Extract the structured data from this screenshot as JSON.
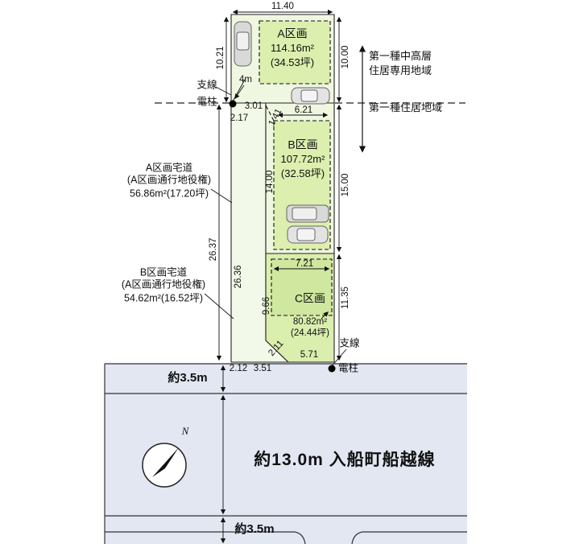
{
  "diagram": {
    "plots": {
      "a": {
        "name": "A区画",
        "area": "114.16m²",
        "tsubo": "(34.53坪)"
      },
      "b": {
        "name": "B区画",
        "area": "107.72m²",
        "tsubo": "(32.58坪)"
      },
      "c": {
        "name": "C区画",
        "area": "80.82m²",
        "tsubo": "(24.44坪)"
      }
    },
    "easements": {
      "a": {
        "line1": "A区画宅道",
        "line2": "(A区画通行地役権)",
        "line3": "56.86m²(17.20坪)"
      },
      "b": {
        "line1": "B区画宅道",
        "line2": "(A区画通行地役権)",
        "line3": "54.62m²(16.52坪)"
      }
    },
    "zoning": {
      "upper1": "第一種中高層",
      "upper2": "住居専用地域",
      "lower": "第一種住居地域"
    },
    "dims": {
      "w_top": "11.40",
      "h_left_a": "10.21",
      "h_right_a": "10.00",
      "pole_offset": "4m",
      "d3_01": "3.01",
      "d2_17": "2.17",
      "d6_21": "6.21",
      "d1_41": "1.41",
      "d14_00": "14.00",
      "d15_00": "15.00",
      "d26_37": "26.37",
      "d26_36": "26.36",
      "d7_21": "7.21",
      "d9_66": "9.66",
      "d11_35": "11.35",
      "d2_11": "2.11",
      "d5_71": "5.71",
      "d2_12": "2.12",
      "d3_51": "3.51"
    },
    "utilities": {
      "wire_top": "支線",
      "pole_top": "電柱",
      "wire_bottom": "支線",
      "pole_bottom": "電柱"
    },
    "road": {
      "top_setback": "約3.5m",
      "main": "約13.0m 入船町船越線",
      "bottom_setback": "約3.5m"
    },
    "compass": {
      "north": "N"
    },
    "colors": {
      "plot_light": "#eff7e0",
      "plot_mid": "#dcefae",
      "plot_dark": "#cfe79e",
      "road_fill": "#e2e7f2"
    }
  }
}
